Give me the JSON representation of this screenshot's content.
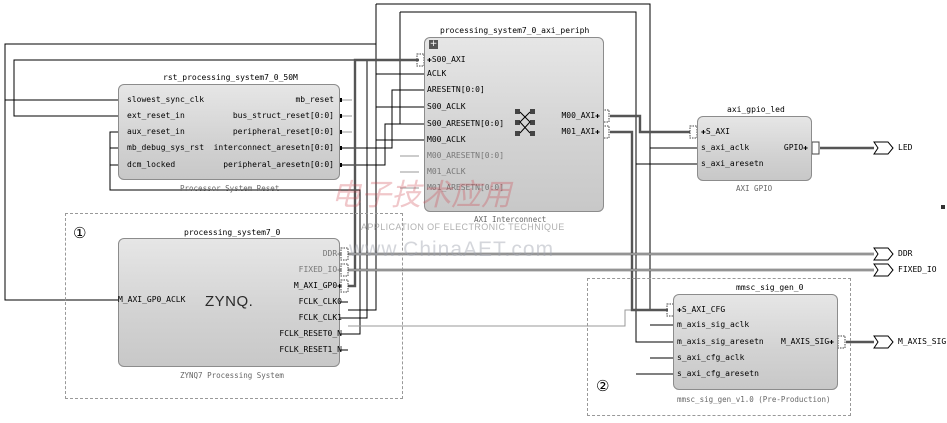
{
  "blocks": {
    "rst": {
      "name": "rst_processing_system7_0_50M",
      "subtitle": "Processor System Reset",
      "inputs": [
        "slowest_sync_clk",
        "ext_reset_in",
        "aux_reset_in",
        "mb_debug_sys_rst",
        "dcm_locked"
      ],
      "outputs": [
        "mb_reset",
        "bus_struct_reset[0:0]",
        "peripheral_reset[0:0]",
        "interconnect_aresetn[0:0]",
        "peripheral_aresetn[0:0]"
      ]
    },
    "axi_periph": {
      "name": "processing_system7_0_axi_periph",
      "subtitle": "AXI Interconnect",
      "inputs": [
        "S00_AXI",
        "ACLK",
        "ARESETN[0:0]",
        "S00_ACLK",
        "S00_ARESETN[0:0]",
        "M00_ACLK",
        "M00_ARESETN[0:0]",
        "M01_ACLK",
        "M01_ARESETN[0:0]"
      ],
      "outputs": [
        "M00_AXI",
        "M01_AXI"
      ]
    },
    "gpio": {
      "name": "axi_gpio_led",
      "subtitle": "AXI GPIO",
      "inputs": [
        "S_AXI",
        "s_axi_aclk",
        "s_axi_aresetn"
      ],
      "outputs": [
        "GPIO"
      ]
    },
    "ps7": {
      "name": "processing_system7_0",
      "subtitle": "ZYNQ7 Processing System",
      "logo": "ZYNQ.",
      "inputs": [
        "M_AXI_GP0_ACLK"
      ],
      "outputs": [
        "DDR",
        "FIXED_IO",
        "M_AXI_GP0",
        "FCLK_CLK0",
        "FCLK_CLK1",
        "FCLK_RESET0_N",
        "FCLK_RESET1_N"
      ]
    },
    "sig_gen": {
      "name": "mmsc_sig_gen_0",
      "subtitle": "mmsc_sig_gen_v1.0 (Pre-Production)",
      "inputs": [
        "S_AXI_CFG",
        "m_axis_sig_aclk",
        "m_axis_sig_aresetn",
        "s_axi_cfg_aclk",
        "s_axi_cfg_aresetn"
      ],
      "outputs": [
        "M_AXIS_SIG"
      ]
    }
  },
  "external_ports": [
    "LED",
    "DDR",
    "FIXED_IO",
    "M_AXIS_SIG"
  ],
  "markers": [
    "①",
    "②"
  ],
  "watermark": {
    "cn": "电子技术应用",
    "en": "APPLICATION OF ELECTRONIC TECHNIQUE",
    "url": "www.ChinaAET.com"
  },
  "colors": {
    "wire": "#000000",
    "bus_wire": "#4a4a4a",
    "block_fill": "#d4d4d4",
    "watermark_red": "#cd4650"
  }
}
